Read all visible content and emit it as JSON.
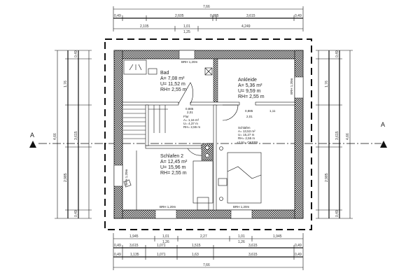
{
  "plan": {
    "section_marker": "A",
    "rooms": [
      {
        "name": "Bad",
        "area": "A= 7,08 m²",
        "perimeter": "U= 11,52 m",
        "height": "RH= 2,55 m"
      },
      {
        "name": "Ankleide",
        "area": "A= 5,36 m²",
        "perimeter": "U= 9,59 m",
        "height": "RH= 2,55 m"
      },
      {
        "name": "Schlafen 2",
        "area": "A= 12,45 m²",
        "perimeter": "U= 15,96 m",
        "height": "RH= 2,55 m"
      },
      {
        "name": "Flur",
        "area": "A= 1,16 m²",
        "perimeter": "U= 4,37 m",
        "height": "RH= 2,55 m"
      },
      {
        "name": "Schlafen",
        "area": "A= 13,53 m²",
        "perimeter": "U= 15,27 m",
        "height": "RH= 2,55 m"
      }
    ],
    "level_note": "+2,91= OKFFB",
    "windows": [
      "BRH 1,20m",
      "BRH 1,20m",
      "BRH 1,20m",
      "BRH 1,20m",
      "BRH 1,20m"
    ],
    "door_dims": [
      "0,885",
      "2,01",
      "0,885",
      "2,01",
      "1,11"
    ],
    "dims_top": {
      "overall": "7,66",
      "row2": [
        "0,49",
        "2,605",
        "0,885",
        "3,615",
        "0,49"
      ],
      "row3": [
        "2,105",
        "1,01",
        "1,25",
        "4,249"
      ]
    },
    "dims_bottom": {
      "row1": [
        "1,945",
        "1,01",
        "2,27",
        "1,01",
        "1,945"
      ],
      "row1_sub": [
        "1,26",
        "1,26"
      ],
      "row2": [
        "0,49",
        "3,615",
        "1,071",
        "1,515",
        "3,615",
        "0,49"
      ],
      "row3": [
        "0,49",
        "1,135",
        "1,071",
        "1,63",
        "3,615",
        "0,49"
      ],
      "overall": "7,66"
    },
    "dims_left": [
      "4,66",
      "1,76",
      "2,985",
      "0,49",
      "3,615",
      "0,49"
    ],
    "dims_right": [
      "4,66",
      "1,76",
      "2,985",
      "0,49",
      "3,615",
      "0,49"
    ]
  }
}
